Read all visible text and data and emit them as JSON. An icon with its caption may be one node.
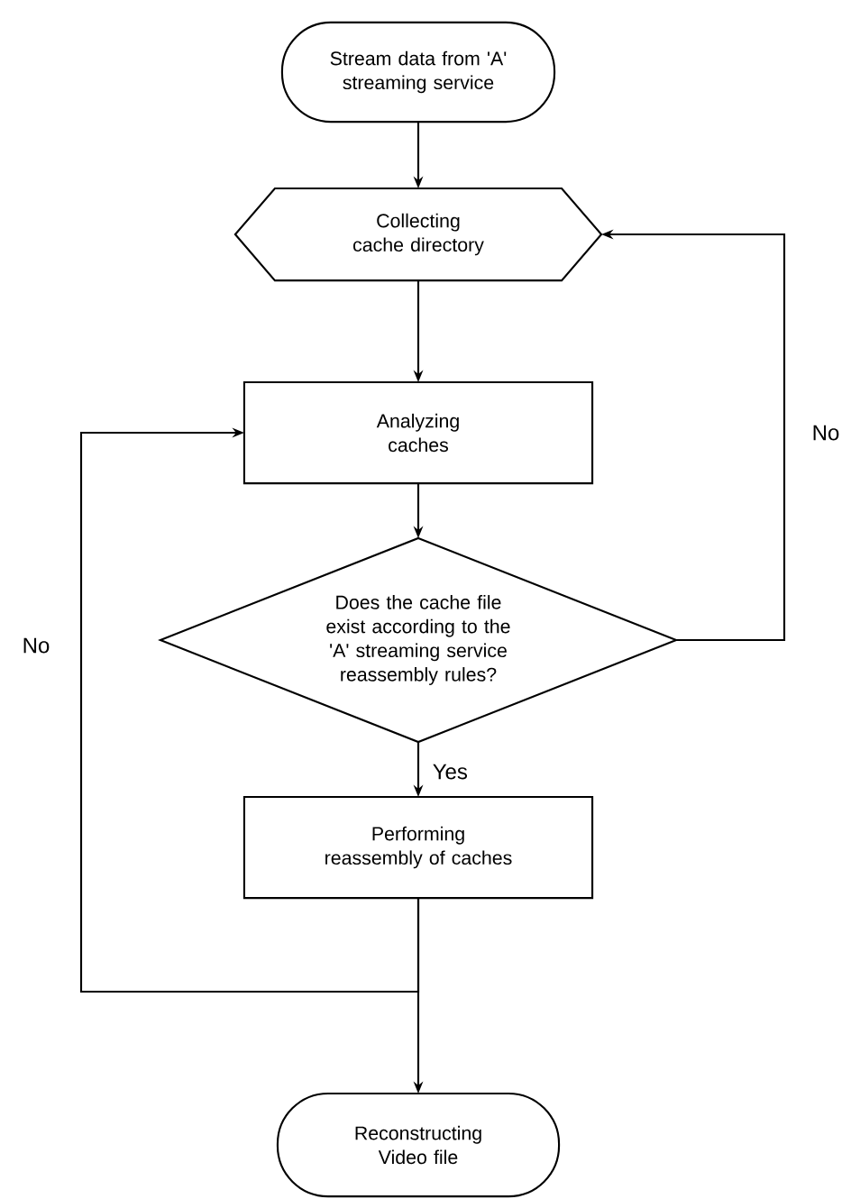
{
  "diagram": {
    "nodes": [
      {
        "text": [
          "Stream data from 'A' streaming service"
        ]
      },
      {
        "text": [
          "Collecting cache directory"
        ]
      },
      {
        "text": [
          "Analyzing caches"
        ]
      },
      {
        "text": [
          "Does the cache file exist according to the 'A' streaming service reassembly rules?"
        ]
      },
      {
        "text": [
          "Performing reassembly of caches"
        ]
      },
      {
        "text": [
          "Reconstructing Video file"
        ]
      }
    ],
    "edges": [
      {
        "from": 0,
        "to": 1,
        "arrow": "to"
      },
      {
        "from": 1,
        "to": 2,
        "arrow": "to"
      },
      {
        "from": 2,
        "to": 3,
        "arrow": "to"
      },
      {
        "from": 3,
        "to": 1,
        "arrow": "to",
        "label": "No"
      },
      {
        "from": 3,
        "to": 4,
        "arrow": "to",
        "label": "Yes"
      },
      {
        "from": 4,
        "to": 5,
        "arrow": "to"
      },
      {
        "from": 4,
        "to": 2,
        "arrow": "to",
        "label": "No"
      }
    ]
  }
}
